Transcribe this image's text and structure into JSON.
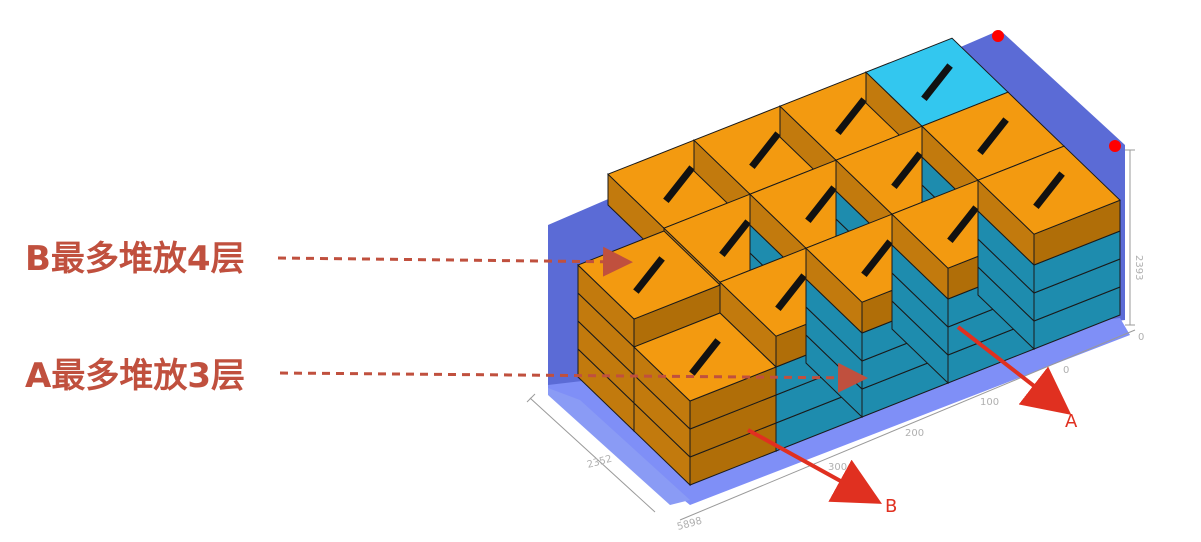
{
  "annotations": {
    "b_stack_label": "B最多堆放4层",
    "a_stack_label": "A最多堆放3层",
    "a_arrow_label": "A",
    "b_arrow_label": "B"
  },
  "axes": {
    "depth_ticks": [
      "0",
      "100",
      "200",
      "300"
    ],
    "height_ticks": [
      "0",
      "2393"
    ],
    "width_ticks": [
      "2352",
      "5898"
    ]
  },
  "colors": {
    "container_wall": "#5b6bd6",
    "container_floor": "#7f8ff7",
    "box_orange_top": "#f39a10",
    "box_orange_side": "#c27a0d",
    "box_orange_front": "#b06e08",
    "box_teal_side": "#1e8cae",
    "box_teal_top": "#2aa4c8",
    "box_cyan_top": "#33c7ef",
    "label_red": "#c0503e",
    "arrow_red": "#e03020",
    "corner_marker": "#ff0000"
  }
}
